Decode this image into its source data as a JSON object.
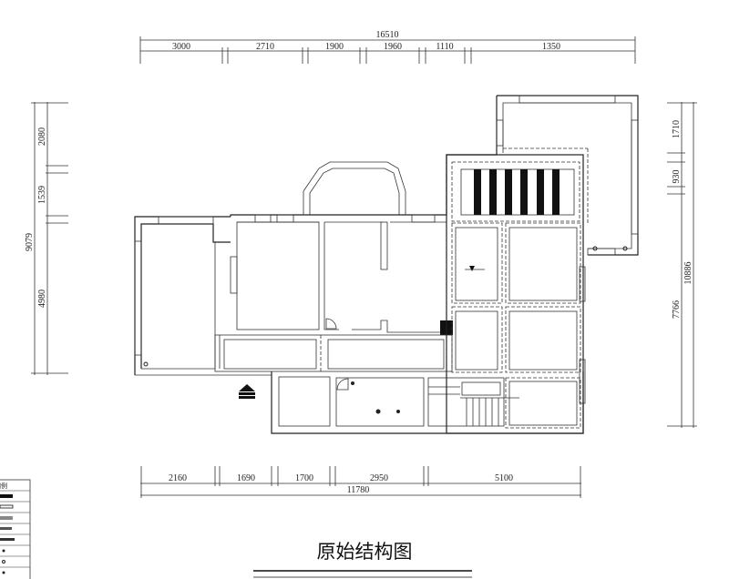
{
  "title": "原始结构图",
  "dimensions": {
    "top_total": "16510",
    "top_segments": [
      "3000",
      "2710",
      "1900",
      "1960",
      "1110",
      "1350"
    ],
    "bottom_total": "11780",
    "bottom_segments": [
      "2160",
      "1690",
      "1700",
      "2950",
      "5100"
    ],
    "left_total": "9079",
    "left_segments": [
      "2080",
      "1539",
      "4980"
    ],
    "right_total": "10886",
    "right_segments": [
      "1710",
      "930",
      "7766"
    ]
  },
  "legend": {
    "header": "图例"
  }
}
